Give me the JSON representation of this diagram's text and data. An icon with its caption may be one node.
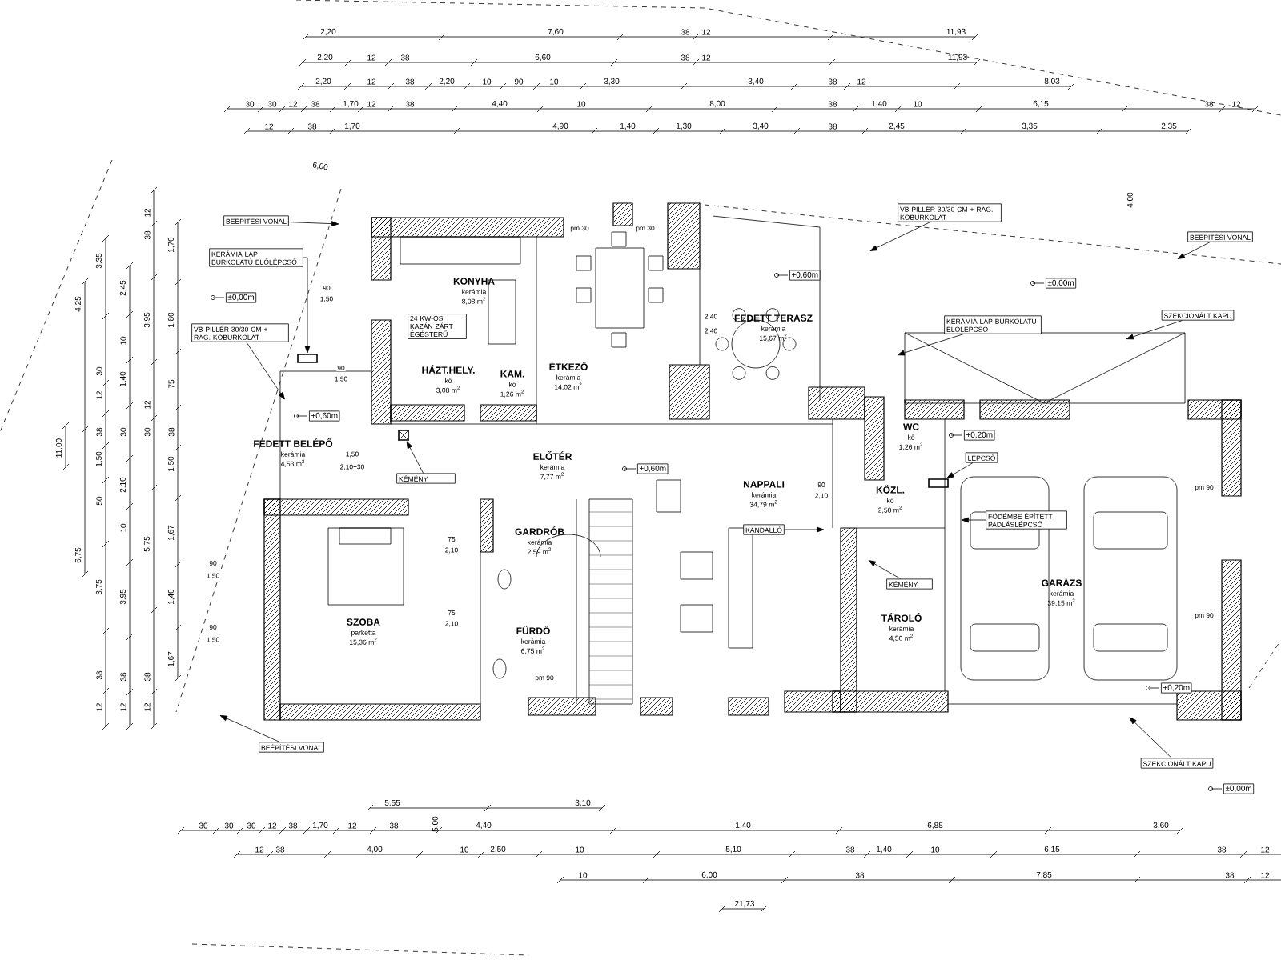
{
  "diagram": {
    "nodes": [
      {
        "text": [
          "KONYHA",
          "kerámia",
          "8,08 m$^{2}$"
        ]
      },
      {
        "text": [
          "ÉTKEZŐ",
          "kerámia",
          "14,02 m$^{2}$"
        ]
      },
      {
        "text": [
          "FEDETT TERASZ",
          "kerámia",
          "15,67 m$^{2}$"
        ]
      },
      {
        "text": [
          "24 KW-OS KAZÁN ZÁRT ÉGÉSTERŰ"
        ]
      },
      {
        "text": [
          "HÁZT.HELY.",
          "kő",
          "3,08 m$^{2}$"
        ]
      },
      {
        "text": [
          "KAM.",
          "kő",
          "1,26 m$^{2}$"
        ]
      },
      {
        "text": [
          "FEDETT BELÉPŐ",
          "kerámia",
          "4,53 m$^{2}$"
        ]
      },
      {
        "text": [
          "ELŐTÉR",
          "kerámia",
          "7,77 m$^{2}$"
        ]
      },
      {
        "text": [
          "KÉMÉNY"
        ]
      },
      {
        "text": [
          "NAPPALI",
          "kerámia",
          "34,79 m$^{2}$"
        ]
      },
      {
        "text": [
          "KANDALLÓ"
        ]
      },
      {
        "text": [
          "WC",
          "kő",
          "1,26 m$^{2}$"
        ]
      },
      {
        "text": [
          "KÖZL.",
          "kő",
          "2,50 m$^{2}$"
        ]
      },
      {
        "text": [
          "GARDRÓB",
          "kerámia",
          "2,59 m$^{2}$"
        ]
      },
      {
        "text": [
          "SZOBA",
          "parketta",
          "15,36 m$^{2}$"
        ]
      },
      {
        "text": [
          "FÜRDŐ",
          "kerámia",
          "6,75 m$^{2}$"
        ]
      },
      {
        "text": [
          "TÁROLÓ",
          "kerámia",
          "4,50 m$^{2}$"
        ]
      },
      {
        "text": [
          "GARÁZS",
          "kerámia",
          "39,15 m$^{2}$"
        ]
      },
      {
        "text": [
          "BEÉPÍTÉSI VONAL"
        ]
      },
      {
        "text": [
          "KERÁMIA LAP BURKOLATÚ ELŐLÉPCSŐ"
        ]
      },
      {
        "text": [
          "VB PILLÉR 30/30 CM + RAG. KŐBURKOLAT"
        ]
      },
      {
        "text": [
          "BEÉPÍTÉSI VONAL"
        ]
      },
      {
        "text": [
          "VB PILLÉR 30/30 CM + RAG. KŐBURKOLAT"
        ]
      },
      {
        "text": [
          "KERÁMIA LAP BURKOLATÚ ELŐLÉPCSŐ"
        ]
      },
      {
        "text": [
          "BEÉPÍTÉSI VONAL"
        ]
      },
      {
        "text": [
          "SZEKCIONÁLT KAPU"
        ]
      },
      {
        "text": [
          "LÉPCSŐ"
        ]
      },
      {
        "text": [
          "FÖDÉMBE ÉPÍTETT PADLÁSLÉPCSŐ"
        ]
      },
      {
        "text": [
          "KÉMÉNY"
        ]
      },
      {
        "text": [
          "SZEKCIONÁLT KAPU"
        ]
      },
      {
        "text": [],
        "shape": "box"
      },
      {
        "text": [],
        "shape": "box"
      },
      {
        "text": [],
        "shape": "box"
      }
    ],
    "edges": [
      {
        "from": 18,
        "to": null,
        "arrow": "to"
      },
      {
        "from": 19,
        "to": 31,
        "arrow": "to"
      },
      {
        "from": 20,
        "to": null,
        "arrow": "to"
      },
      {
        "from": 21,
        "to": null,
        "arrow": "to"
      },
      {
        "from": 22,
        "to": null,
        "arrow": "to"
      },
      {
        "from": 23,
        "to": null,
        "arrow": "to"
      },
      {
        "from": 24,
        "to": null,
        "arrow": "to"
      },
      {
        "from": 25,
        "to": null,
        "arrow": "to"
      },
      {
        "from": 26,
        "to": 32,
        "arrow": "to"
      },
      {
        "from": 27,
        "to": null,
        "arrow": "to"
      },
      {
        "from": 28,
        "to": null,
        "arrow": "to"
      },
      {
        "from": 8,
        "to": 30,
        "arrow": "to"
      },
      {
        "from": 10,
        "to": null,
        "arrow": "to"
      },
      {
        "from": 29,
        "to": null,
        "arrow": "to"
      }
    ],
    "labels": [
      "2,20",
      "7,60",
      "38",
      "12",
      "11,93",
      "2,20",
      "12",
      "38",
      "6,60",
      "38",
      "12",
      "11,93",
      "2,20",
      "12",
      "38",
      "2,20",
      "10",
      "90",
      "10",
      "3,30",
      "3,40",
      "38",
      "12",
      "8,03",
      "30",
      "30",
      "12",
      "38",
      "1,70",
      "12",
      "38",
      "4,40",
      "10",
      "8,00",
      "38",
      "1,40",
      "10",
      "6,15",
      "38",
      "12",
      "12",
      "38",
      "1,70",
      "4,90",
      "1,40",
      "1,30",
      "3,40",
      "38",
      "2,45",
      "3,35",
      "2,35",
      "6,00",
      "4,00",
      "11,00",
      "4,25",
      "6,75",
      "3,35",
      "30",
      "12",
      "38",
      "1,50",
      "50",
      "3,75",
      "38",
      "12",
      "2,45",
      "10",
      "1,40",
      "30",
      "2,10",
      "10",
      "3,95",
      "38",
      "12",
      "12",
      "38",
      "3,95",
      "12",
      "30",
      "5,75",
      "38",
      "12",
      "1,70",
      "1,80",
      "75",
      "38",
      "1,50",
      "1,67",
      "1,40",
      "1,67",
      "90",
      "1,50",
      "90",
      "1,50",
      "1,50",
      "2,10+30",
      "90",
      "1,50",
      "90",
      "1,50",
      "75",
      "2,10",
      "75",
      "2,10",
      "90",
      "2,10",
      "2,40",
      "2,40",
      "pm 30",
      "pm 30",
      "pm 90",
      "pm 90",
      "pm 90",
      "±0,00m",
      "+0,60m",
      "+0,60m",
      "+0,60m",
      "±0,00m",
      "+0,20m",
      "+0,20m",
      "±0,00m",
      "5,55",
      "3,10",
      "30",
      "30",
      "30",
      "12",
      "38",
      "1,70",
      "12",
      "38",
      "4,40",
      "1,40",
      "6,88",
      "3,60",
      "12",
      "38",
      "4,00",
      "10",
      "2,50",
      "10",
      "5,10",
      "38",
      "1,40",
      "10",
      "6,15",
      "38",
      "12",
      "10",
      "6,00",
      "38",
      "7,85",
      "38",
      "12",
      "21,73",
      "5,00"
    ]
  }
}
